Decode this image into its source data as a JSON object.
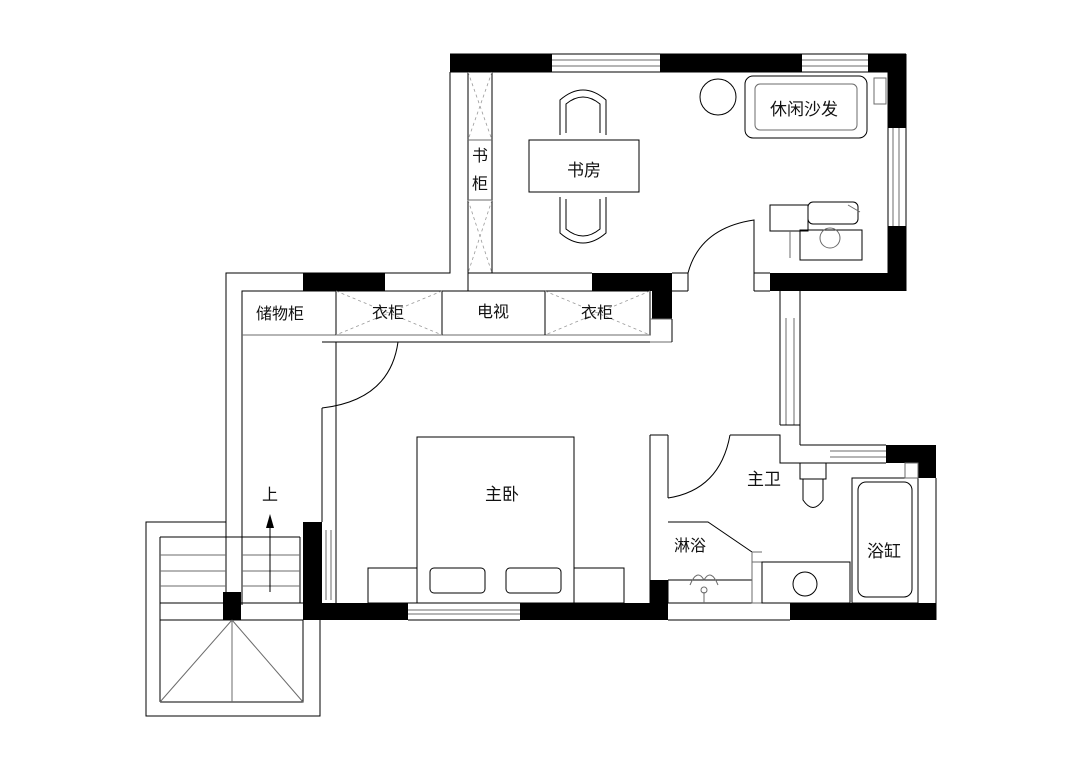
{
  "rooms": {
    "study": "书房",
    "lounge_sofa": "休闲沙发",
    "bookcase_top": "书",
    "bookcase_bottom": "柜",
    "storage_cabinet": "储物柜",
    "wardrobe_left": "衣柜",
    "tv": "电视",
    "wardrobe_right": "衣柜",
    "master_bedroom": "主卧",
    "master_bathroom": "主卫",
    "shower": "淋浴",
    "bathtub": "浴缸",
    "stairs_up": "上"
  }
}
